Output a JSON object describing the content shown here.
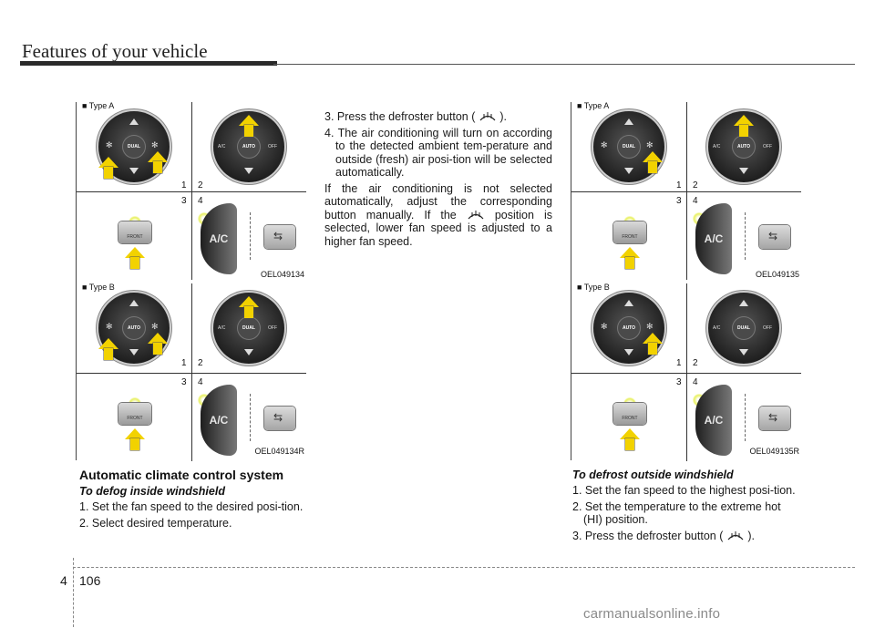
{
  "header": {
    "title": "Features of your vehicle"
  },
  "figures": {
    "left_top": {
      "type_label": "■ Type A",
      "num_1": "1",
      "num_2": "2",
      "num_3": "3",
      "num_4": "4",
      "code": "OEL049134",
      "dial_left_center": "DUAL",
      "dial_right_center": "AUTO",
      "dial_right_l": "A/C",
      "dial_right_r": "OFF",
      "front_label": "FRONT",
      "ac_label": "A/C"
    },
    "left_bottom": {
      "type_label": "■ Type B",
      "num_1": "1",
      "num_2": "2",
      "num_3": "3",
      "num_4": "4",
      "code": "OEL049134R",
      "dial_left_center": "AUTO",
      "dial_right_center": "DUAL",
      "dial_right_l": "A/C",
      "dial_right_r": "OFF",
      "front_label": "FRONT",
      "ac_label": "A/C"
    },
    "right_top": {
      "type_label": "■ Type A",
      "num_1": "1",
      "num_2": "2",
      "num_3": "3",
      "num_4": "4",
      "code": "OEL049135",
      "dial_left_center": "DUAL",
      "dial_right_center": "AUTO",
      "dial_right_l": "A/C",
      "dial_right_r": "OFF",
      "front_label": "FRONT",
      "ac_label": "A/C"
    },
    "right_bottom": {
      "type_label": "■ Type B",
      "num_1": "1",
      "num_2": "2",
      "num_3": "3",
      "num_4": "4",
      "code": "OEL049135R",
      "dial_left_center": "AUTO",
      "dial_right_center": "DUAL",
      "dial_right_l": "A/C",
      "dial_right_r": "OFF",
      "front_label": "FRONT",
      "ac_label": "A/C"
    }
  },
  "left_col": {
    "heading": "Automatic climate control system",
    "subheading": "To defog inside windshield",
    "steps": [
      "1. Set the fan speed to the desired posi-tion.",
      "2. Select desired temperature."
    ]
  },
  "middle_col": {
    "step3_a": "3. Press the defroster button (",
    "step3_b": ").",
    "step4": "4. The air conditioning will turn on according to the detected ambient tem-perature and outside (fresh) air posi-tion will be selected automatically.",
    "para_a": "If the air conditioning is not selected automatically, adjust the corresponding button manually. If the",
    "para_b": "position is selected, lower fan speed is adjusted to a higher fan speed."
  },
  "right_col": {
    "subheading": "To defrost outside windshield",
    "steps": [
      "1. Set the fan speed to the highest posi-tion.",
      "2. Set the temperature to the extreme hot (HI) position."
    ],
    "step3_a": "3. Press the defroster button (",
    "step3_b": ")."
  },
  "footer": {
    "chapter": "4",
    "page": "106",
    "watermark": "carmanualsonline.info"
  },
  "icons": {
    "defrost": "defroster-icon",
    "fan": "fan-icon",
    "arrow": "yellow-arrow-icon"
  },
  "colors": {
    "arrow": "#f2d200",
    "glow": "#e8f060",
    "rule": "#2a2a2a"
  }
}
